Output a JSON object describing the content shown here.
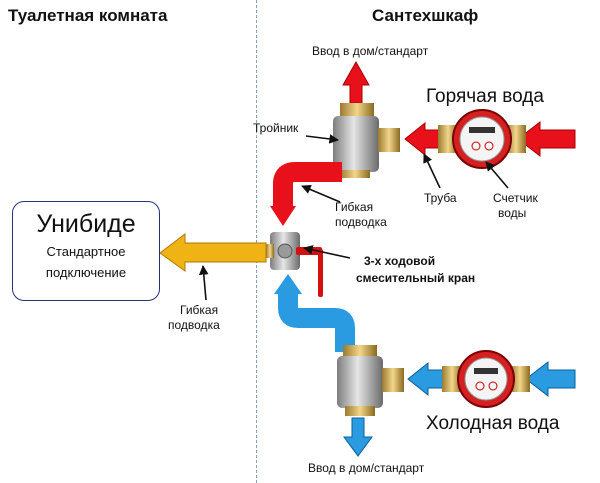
{
  "left_title": "Туалетная комната",
  "right_title": "Сантехшкаф",
  "unibide": {
    "title": "Унибиде",
    "subtitle_line1": "Стандартное",
    "subtitle_line2": "подключение"
  },
  "labels": {
    "inlet_top": "Ввод в дом/стандарт",
    "inlet_bottom": "Ввод в дом/стандарт",
    "hot_water": "Горячая вода",
    "cold_water": "Холодная вода",
    "tee": "Тройник",
    "flex_hose_upper_1": "Гибкая",
    "flex_hose_upper_2": "подводка",
    "flex_hose_lower_1": "Гибкая",
    "flex_hose_lower_2": "подводка",
    "pipe": "Труба",
    "meter_1": "Счетчик",
    "meter_2": "воды",
    "valve_1": "3-х ходовой",
    "valve_2": "смесительный кран"
  },
  "colors": {
    "hot": "#e8101a",
    "cold": "#2a9be0",
    "mixed": "#f0b316",
    "divider": "#8aa0c0",
    "box_border": "#27327a"
  }
}
